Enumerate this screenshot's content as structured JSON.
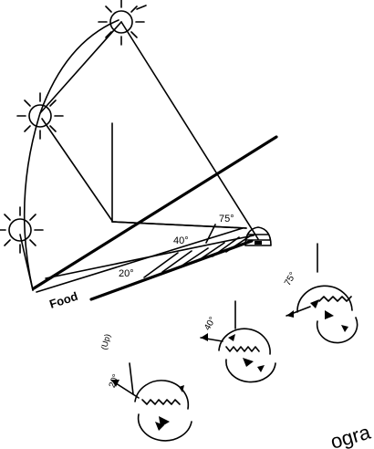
{
  "labels": {
    "food": "Food",
    "angle_20": "20°",
    "angle_40": "40°",
    "angle_75": "75°",
    "up": "(Up)",
    "dance_angle_20": "20°",
    "dance_angle_40": "40°",
    "dance_angle_75": "75°",
    "caption_fragment": "ogra"
  },
  "icons": {
    "sun": "sun-icon",
    "hive": "beehive-icon",
    "bee": "bee-icon"
  },
  "colors": {
    "ink": "#000000",
    "background": "#ffffff"
  }
}
